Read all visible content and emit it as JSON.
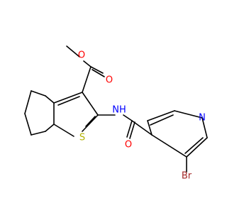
{
  "colors": {
    "carbon": "#000000",
    "oxygen": "#ff0000",
    "nitrogen": "#0000ff",
    "sulfur": "#b2b200",
    "bromine": "#a52a2a",
    "background": "#ffffff"
  },
  "atoms": {
    "ester_carbonyl_oxygen": "O",
    "ester_ether_oxygen": "O",
    "amide_nitrogen": "NH",
    "ring_sulfur": "S",
    "pyridine_nitrogen": "N",
    "amide_carbonyl_oxygen": "O",
    "bromine": "Br"
  }
}
